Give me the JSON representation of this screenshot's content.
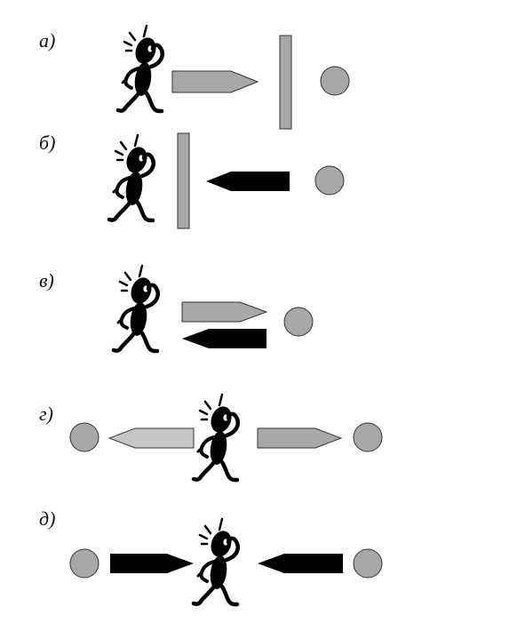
{
  "rows": [
    {
      "label": "а)"
    },
    {
      "label": "б)"
    },
    {
      "label": "в)"
    },
    {
      "label": "г)"
    },
    {
      "label": "д)"
    }
  ],
  "colors": {
    "gray_shape": "#a8a8a8",
    "light_gray_shape": "#c6c6c6",
    "dark_shape": "#000000",
    "outline": "#333333"
  }
}
